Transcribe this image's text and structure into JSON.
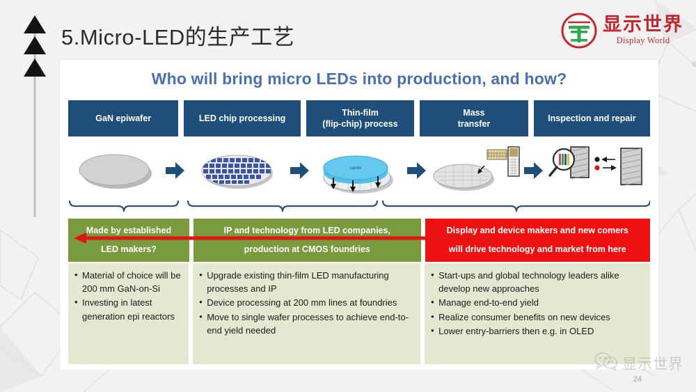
{
  "slide": {
    "title": "5.Micro-LED的生产工艺",
    "page_number": "24"
  },
  "brand": {
    "emblem_icon": "display-world-emblem-icon",
    "name_cn": "显示世界",
    "name_en": "Display World",
    "green": "#3aa03a",
    "red": "#c1272d"
  },
  "content": {
    "headline": "Who will bring micro LEDs into production, and how?",
    "headline_color": "#4a6fb0",
    "step_box_color": "#1f4e79",
    "green_bar_color": "#7a9a3e",
    "red_bar_color": "#ee1111",
    "panel_bg_color": "#e3e9d1",
    "steps": [
      {
        "label": "GaN epiwafer",
        "illustration": "gray-wafer-disc-icon"
      },
      {
        "label": "LED chip processing",
        "illustration": "patterned-blue-wafer-icon"
      },
      {
        "label": "Thin-film\n(flip-chip) process",
        "line1": "Thin-film",
        "line2": "(flip-chip) process",
        "illustration": "carrier-bonded-wafer-icon",
        "carrier_label": "carrier"
      },
      {
        "label": "Mass\ntransfer",
        "line1": "Mass",
        "line2": "transfer",
        "illustration": "mass-transfer-wafer-icon"
      },
      {
        "label": "Inspection and repair",
        "illustration": "magnifier-inspection-icon"
      }
    ],
    "step_arrow_icon": "right-arrow-icon",
    "brace_icon": "curly-brace-icon",
    "red_back_arrow_icon": "left-red-arrow-icon",
    "categories": [
      {
        "kind": "green",
        "line1": "Made by established",
        "line2": "LED makers?",
        "bullets": [
          "Material of choice will be 200 mm GaN-on-Si",
          "Investing in latest generation epi reactors"
        ]
      },
      {
        "kind": "green",
        "line1": "IP and technology from LED companies,",
        "line2": "production at CMOS foundries",
        "bullets": [
          "Upgrade existing thin-film LED manufacturing processes and IP",
          "Device processing at 200 mm lines at foundries",
          "Move to single wafer processes to achieve end-to-end yield needed"
        ]
      },
      {
        "kind": "red",
        "line1": "Display and device makers and new comers",
        "line2": "will drive technology and market from here",
        "bullets": [
          "Start-ups and global technology leaders alike develop new approaches",
          "Manage end-to-end yield",
          "Realize consumer benefits on new devices",
          "Lower entry-barriers then e.g. in OLED"
        ]
      }
    ]
  },
  "watermark": {
    "icon": "wechat-icon",
    "text": "显示世界"
  },
  "ornament": {
    "icon": "triple-triangle-ornament-icon"
  }
}
